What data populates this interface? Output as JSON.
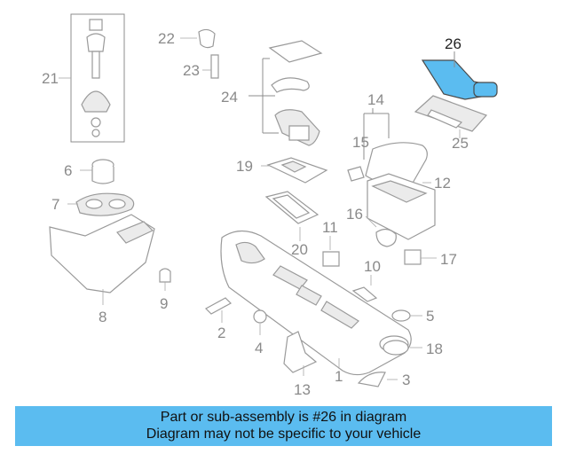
{
  "diagram": {
    "highlight_color": "#5bbcf0",
    "callouts": {
      "n1": "1",
      "n2": "2",
      "n3": "3",
      "n4": "4",
      "n5": "5",
      "n6": "6",
      "n7": "7",
      "n8": "8",
      "n9": "9",
      "n10": "10",
      "n11": "11",
      "n12": "12",
      "n13": "13",
      "n14": "14",
      "n15": "15",
      "n16": "16",
      "n17": "17",
      "n18": "18",
      "n19": "19",
      "n20": "20",
      "n21": "21",
      "n22": "22",
      "n23": "23",
      "n24": "24",
      "n25": "25",
      "n26": "26"
    }
  },
  "banner": {
    "line1": "Part or sub-assembly is #26 in diagram",
    "line2": "Diagram may not be specific to your vehicle",
    "background": "#5bbcf0"
  }
}
